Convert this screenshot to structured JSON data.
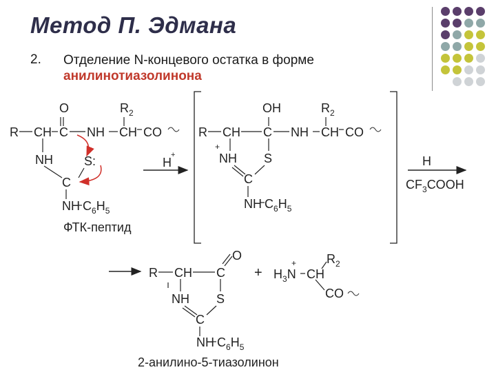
{
  "slide": {
    "title": "Метод П. Эдмана",
    "item_number": "2.",
    "item_text": "Отделение N-концевого остатка в форме",
    "item_highlight": "анилинотиазолинона"
  },
  "deco_colors": {
    "purple": "#5a3e6b",
    "teal": "#8fa8a8",
    "olive": "#c4c43a",
    "gray": "#cfd3d6"
  },
  "scheme": {
    "left": {
      "o": "O",
      "r2": "R",
      "r2_sub": "2",
      "r": "R",
      "ch": "CH",
      "c": "C",
      "nh": "NH",
      "ch2": "CH",
      "co": "CO",
      "nh_ring": "NH",
      "s": "S:",
      "c_low": "C",
      "nhc6": "NH",
      "c6": "C",
      "c6_sub": "6",
      "h5": "H",
      "h5_sub": "5",
      "caption": "ФТК-пептид"
    },
    "reagent1": {
      "h": "H",
      "plus": "+"
    },
    "middle": {
      "oh": "OH",
      "r2": "R",
      "r2_sub": "2",
      "r": "R",
      "ch": "CH",
      "c": "C",
      "nh": "NH",
      "ch2": "CH",
      "co": "CO",
      "plus": "+",
      "nh_ring": "NH",
      "s": "S",
      "c_low": "C",
      "nhc6": "NH",
      "c6": "C",
      "c6_sub": "6",
      "h5": "H",
      "h5_sub": "5"
    },
    "reagent2": {
      "h": "H",
      "acid": "CF",
      "acid_sub": "3",
      "acid_tail": "COOH"
    },
    "bottom": {
      "o": "O",
      "r": "R",
      "ch": "CH",
      "c": "C",
      "nh": "NH",
      "s": "S",
      "c_low": "C",
      "nhc6": "NH",
      "c6": "C",
      "c6_sub": "6",
      "h5": "H",
      "h5_sub": "5",
      "caption": "2-анилино-5-тиазолинон",
      "plus_sign": "+",
      "h3n": "H",
      "h3n_sub": "3",
      "n": "N",
      "n_plus": "+",
      "ch2": "CH",
      "r2": "R",
      "r2_sub": "2",
      "co": "CO"
    }
  }
}
